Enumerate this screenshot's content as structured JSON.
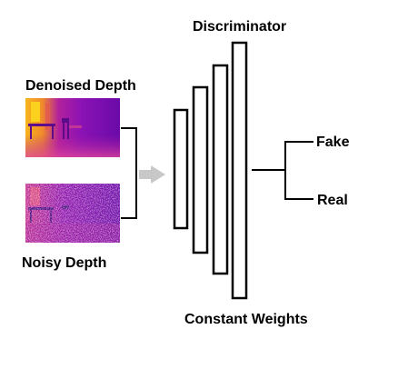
{
  "diagram": {
    "title": "Discriminator",
    "inputs": {
      "denoised_label": "Denoised Depth",
      "noisy_label": "Noisy Depth"
    },
    "weights_label": "Constant Weights",
    "outputs": {
      "fake_label": "Fake",
      "real_label": "Real"
    },
    "colors": {
      "line": "#000000",
      "arrow": "#c8c8c8",
      "depth_far": "#7a0fb0",
      "depth_mid": "#c8208a",
      "depth_near": "#f5b818"
    }
  }
}
